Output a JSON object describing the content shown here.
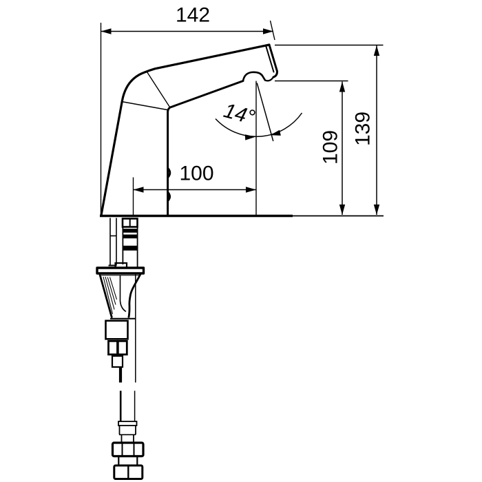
{
  "drawing": {
    "type": "technical-dimension-drawing",
    "subject": "sensor faucet side view with mounting shank and supply hose",
    "background_color": "#ffffff",
    "line_color": "#000000",
    "dims": {
      "overall_length": {
        "value": "142",
        "orientation": "horizontal"
      },
      "total_height": {
        "value": "139",
        "orientation": "vertical"
      },
      "outlet_height": {
        "value": "109",
        "orientation": "vertical"
      },
      "projection": {
        "value": "100",
        "orientation": "horizontal"
      },
      "outlet_angle": {
        "value": "14°",
        "orientation": "angular"
      }
    }
  }
}
